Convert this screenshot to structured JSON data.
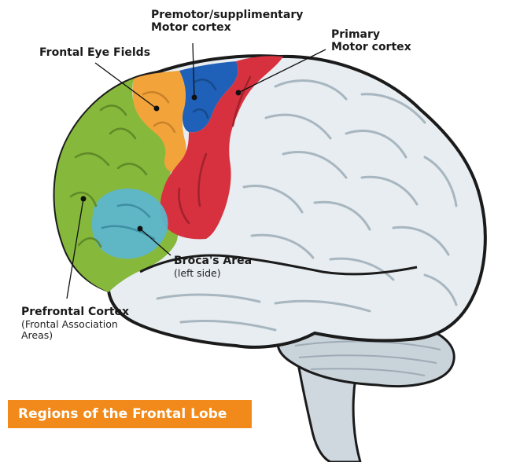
{
  "colors": {
    "prefrontal": "#86b83b",
    "frontal_eye_fields": "#f2a43a",
    "premotor": "#1f60b8",
    "primary_motor": "#d7313f",
    "broca": "#5db5cc",
    "brain_surface": "#e7edf1",
    "brain_outline": "#1b1b1b",
    "banner": "#f18a1a"
  },
  "labels": {
    "premotor": {
      "line1": "Premotor/supplimentary",
      "line2": "Motor cortex"
    },
    "primary_motor": {
      "line1": "Primary",
      "line2": "Motor cortex"
    },
    "frontal_eye": {
      "line1": "Frontal Eye Fields"
    },
    "broca": {
      "line1": "Broca's Area",
      "line2": "(left side)"
    },
    "prefrontal": {
      "line1": "Prefrontal Cortex",
      "line2": "(Frontal Association",
      "line3": "Areas)"
    }
  },
  "title": "Regions of the Frontal Lobe"
}
